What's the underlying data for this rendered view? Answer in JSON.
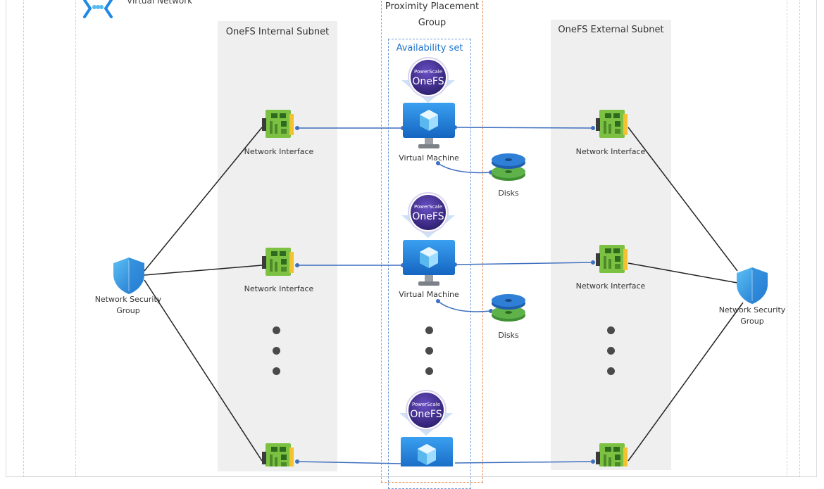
{
  "virtual_network": {
    "label": "Virtual Network",
    "icon": "virtual-network-icon"
  },
  "internal_subnet": {
    "title": "OneFS Internal Subnet"
  },
  "external_subnet": {
    "title": "OneFS External Subnet"
  },
  "placement_group": {
    "title": "Proximity Placement\nGroup",
    "line1": "Proximity Placement",
    "line2": "Group"
  },
  "availability_set": {
    "title": "Availability set"
  },
  "nsg_left": {
    "line1": "Network Security",
    "line2": "Group",
    "icon": "shield-icon"
  },
  "nsg_right": {
    "line1": "Network Security",
    "line2": "Group",
    "icon": "shield-icon"
  },
  "nodes": [
    {
      "badge": {
        "brand": "PowerScale",
        "product": "OneFS"
      },
      "vm_label": "Virtual Machine",
      "disks_label": "Disks",
      "internal_nic_label": "Network Interface",
      "external_nic_label": "Network Interface"
    },
    {
      "badge": {
        "brand": "PowerScale",
        "product": "OneFS"
      },
      "vm_label": "Virtual Machine",
      "disks_label": "Disks",
      "internal_nic_label": "Network Interface",
      "external_nic_label": "Network Interface"
    },
    {
      "badge": {
        "brand": "PowerScale",
        "product": "OneFS"
      }
    }
  ],
  "colors": {
    "link_blue": "#3f6fbf",
    "nsg_line": "#222222",
    "nic_green": "#7cc142",
    "nic_dark": "#4d8a2a",
    "vm_blue": "#1e88e5",
    "badge_purple": "#3b2a84",
    "disk_blue": "#2f7fd6",
    "disk_green": "#5fb24a",
    "subnet_bg": "#efefef",
    "ppg_border": "#e8925b",
    "avset_border": "#6a9bd6",
    "avset_text": "#1e73c8"
  }
}
